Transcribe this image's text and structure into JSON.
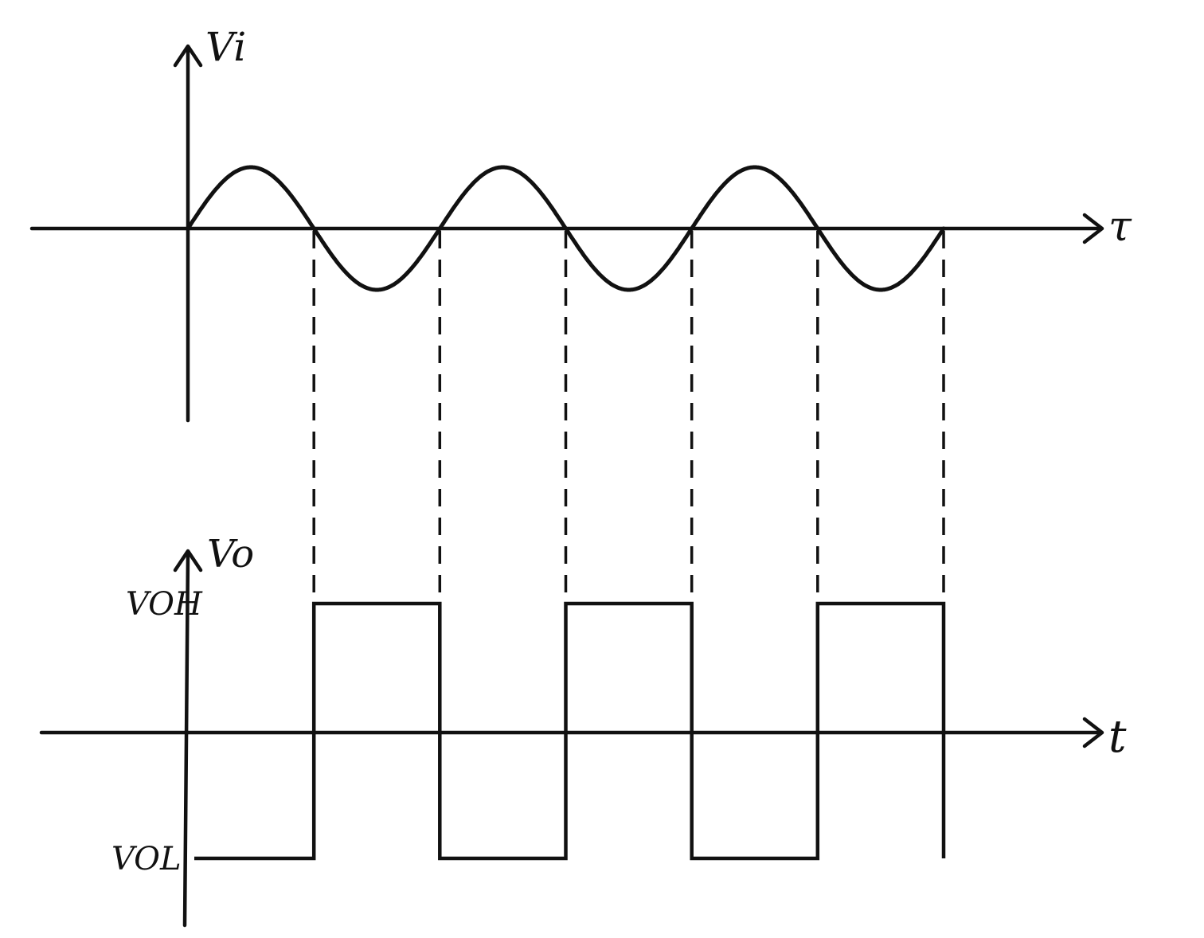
{
  "input_plot": {
    "y_label": "Vi",
    "x_label": "τ"
  },
  "output_plot": {
    "y_label": "Vo",
    "x_label": "t",
    "high_label": "VOH",
    "low_label": "VOL"
  },
  "signal": {
    "cycles": 3,
    "crossings": 6
  }
}
